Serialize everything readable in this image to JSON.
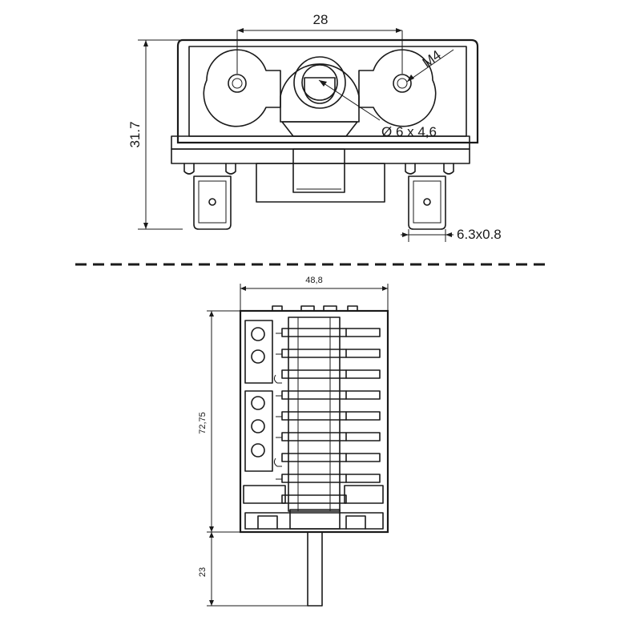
{
  "top_view": {
    "dim_hole_spacing": "28",
    "dim_height": "31.7",
    "dim_thread": "M4",
    "dim_shaft": "Ø 6 x 4,6",
    "dim_terminal": "6.3x0.8"
  },
  "side_view": {
    "dim_width": "48,8",
    "dim_body_height": "72,75",
    "dim_shaft_length": "23"
  },
  "colors": {
    "line": "#1a1a1a",
    "background": "#ffffff"
  }
}
